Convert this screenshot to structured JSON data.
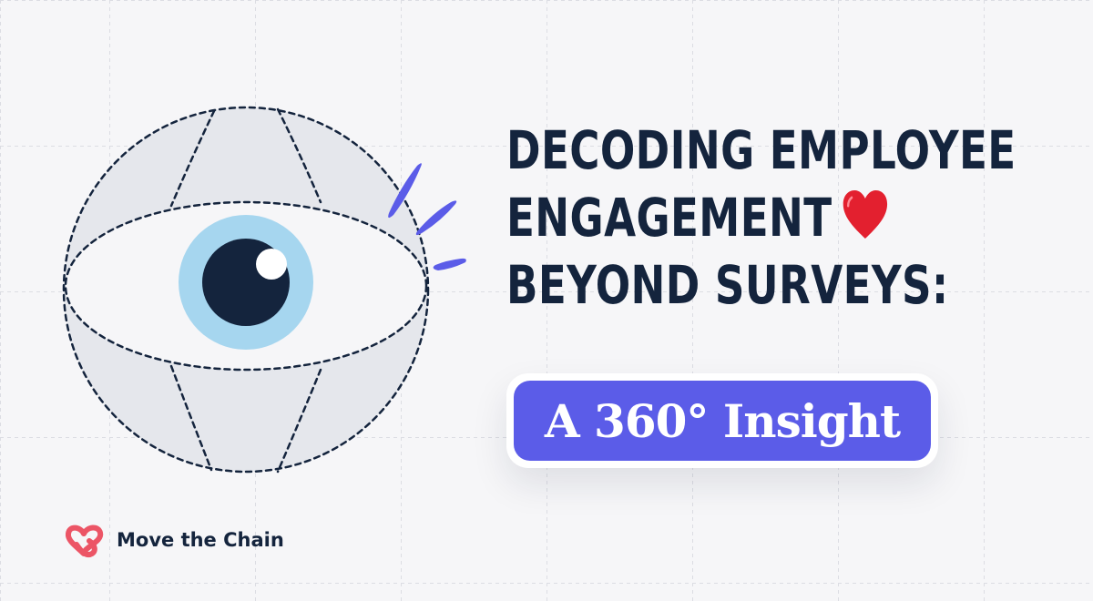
{
  "headline": {
    "line1": "DECODING EMPLOYEE",
    "line2": "ENGAGEMENT",
    "line3": "BEYOND SURVEYS:"
  },
  "highlight": {
    "label": "A 360° Insight"
  },
  "brand": {
    "name": "Move the Chain"
  },
  "icons": {
    "illustration": "eye-globe-icon",
    "emoji": "heart-icon",
    "logo": "move-the-chain-logo-icon"
  },
  "colors": {
    "background": "#f6f6f8",
    "text": "#14243d",
    "accent": "#5b5ce8",
    "heart": "#e3202f",
    "logo": "#ec5566",
    "iris": "#a6d6ef",
    "pupil": "#14243d",
    "globe": "#e5e7ec"
  }
}
